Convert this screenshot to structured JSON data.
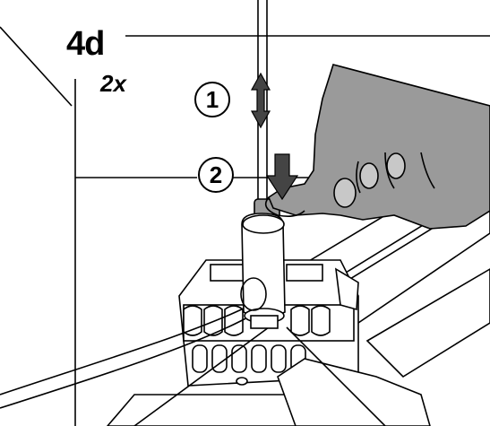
{
  "step_label": "4d",
  "multiplier": "2x",
  "callouts": [
    {
      "number": "1",
      "icon": "double-arrow-up-down-icon"
    },
    {
      "number": "2",
      "icon": "arrow-down-icon"
    }
  ],
  "colors": {
    "line": "#000000",
    "fill": "#ffffff",
    "hand": "#9a9a9a",
    "device": "#ffffff"
  }
}
